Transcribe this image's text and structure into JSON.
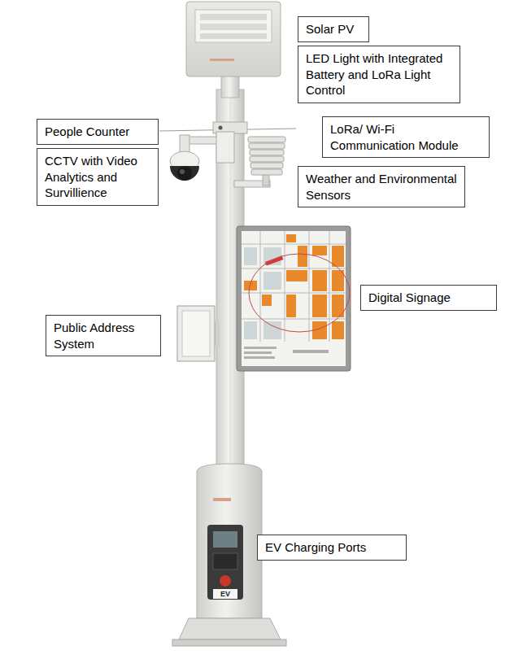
{
  "diagram": {
    "nodes": [
      {
        "text": [
          "Solar PV"
        ]
      },
      {
        "text": [
          "LED Light with Integrated Battery and LoRa Light Control"
        ]
      },
      {
        "text": [
          "People Counter"
        ]
      },
      {
        "text": [
          "LoRa/ Wi-Fi Communication Module"
        ]
      },
      {
        "text": [
          "CCTV with Video Analytics and Survillience"
        ]
      },
      {
        "text": [
          "Weather and Environmental Sensors"
        ]
      },
      {
        "text": [
          "Digital Signage"
        ]
      },
      {
        "text": [
          "Public Address System"
        ]
      },
      {
        "text": [
          "EV Charging Ports"
        ]
      }
    ],
    "labels": [
      "EV"
    ]
  }
}
